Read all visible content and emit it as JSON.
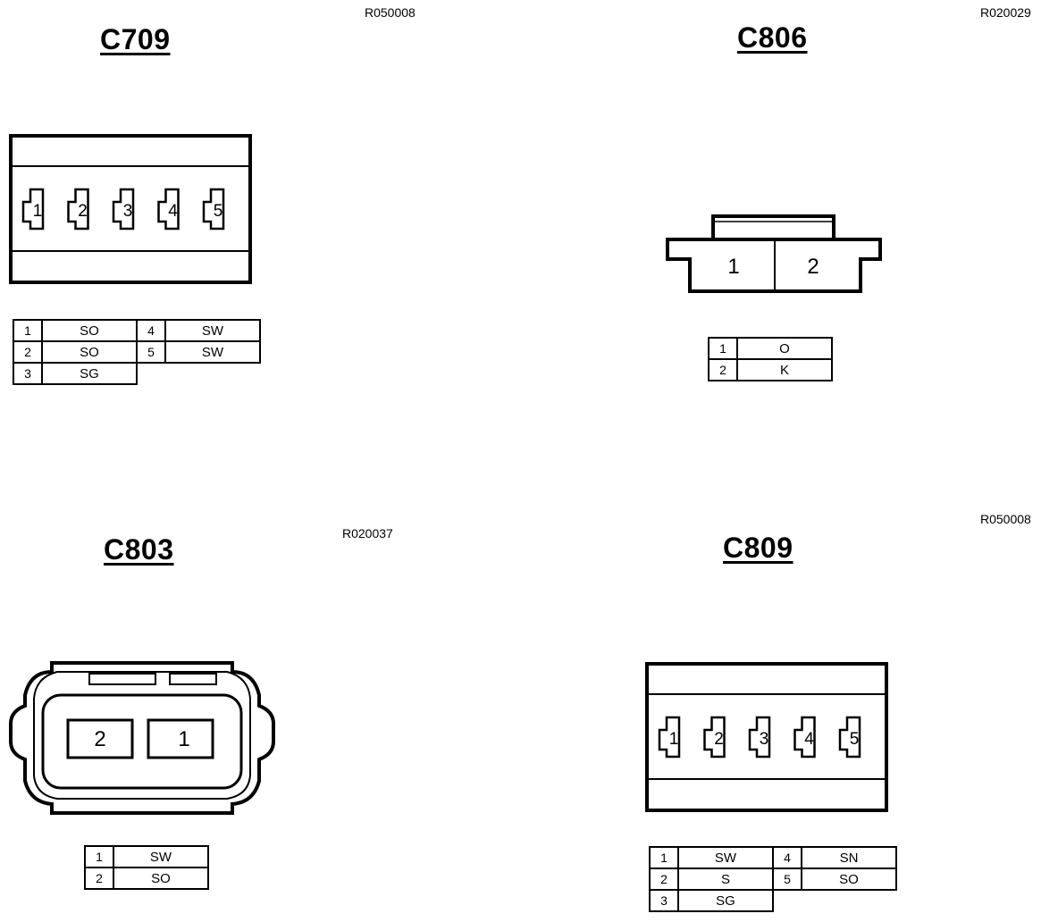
{
  "connectors": {
    "c709": {
      "title": "C709",
      "ref": "R050008",
      "pins": [
        "1",
        "2",
        "3",
        "4",
        "5"
      ],
      "table": [
        {
          "num": "1",
          "wire": "SO",
          "num2": "4",
          "wire2": "SW"
        },
        {
          "num": "2",
          "wire": "SO",
          "num2": "5",
          "wire2": "SW"
        },
        {
          "num": "3",
          "wire": "SG"
        }
      ]
    },
    "c806": {
      "title": "C806",
      "ref": "R020029",
      "pins": [
        "1",
        "2"
      ],
      "table": [
        {
          "num": "1",
          "wire": "O"
        },
        {
          "num": "2",
          "wire": "K"
        }
      ]
    },
    "c803": {
      "title": "C803",
      "ref": "R020037",
      "pins": [
        "2",
        "1"
      ],
      "table": [
        {
          "num": "1",
          "wire": "SW"
        },
        {
          "num": "2",
          "wire": "SO"
        }
      ]
    },
    "c809": {
      "title": "C809",
      "ref": "R050008",
      "pins": [
        "1",
        "2",
        "3",
        "4",
        "5"
      ],
      "table": [
        {
          "num": "1",
          "wire": "SW",
          "num2": "4",
          "wire2": "SN"
        },
        {
          "num": "2",
          "wire": "S",
          "num2": "5",
          "wire2": "SO"
        },
        {
          "num": "3",
          "wire": "SG"
        }
      ]
    }
  }
}
